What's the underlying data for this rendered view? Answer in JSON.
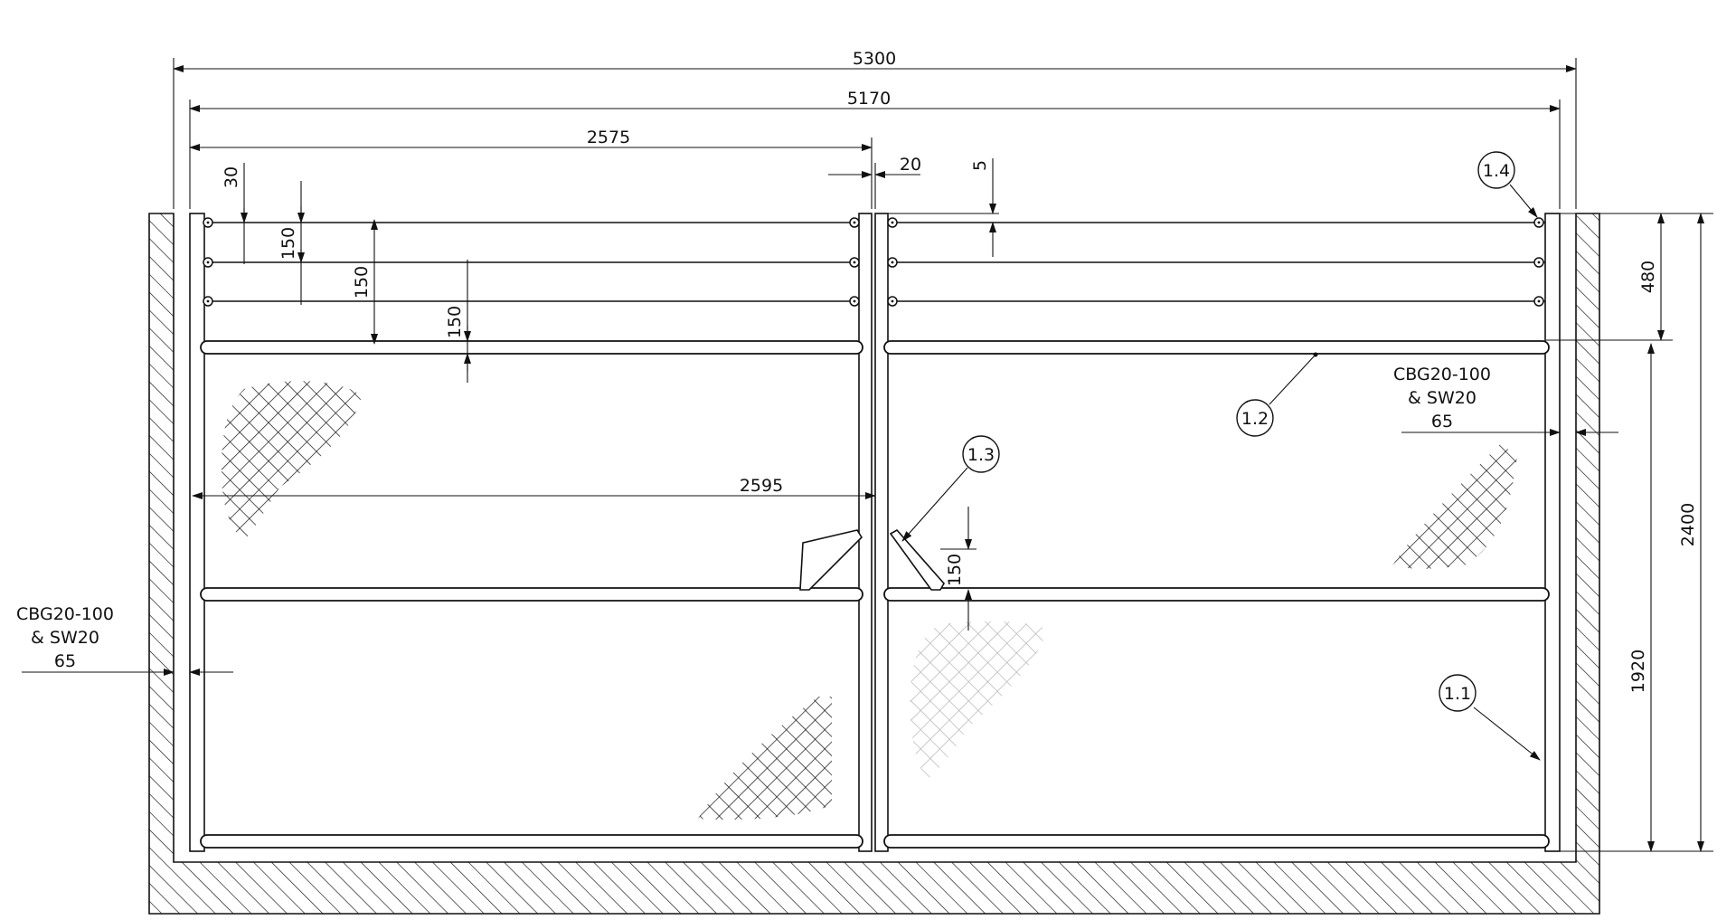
{
  "dimensions": {
    "overall_width": "5300",
    "inner_width": "5170",
    "left_panel_width": "2575",
    "gap": "20",
    "top_offset": "5",
    "top_clearance": "30",
    "rail_spacing_1": "150",
    "rail_spacing_2": "150",
    "rail_spacing_3": "150",
    "panel_span": "2595",
    "top_zone_height": "480",
    "total_height": "2400",
    "lower_height": "1920",
    "brace_height": "150"
  },
  "notes": {
    "left": {
      "line1": "CBG20-100",
      "line2": "& SW20",
      "line3": "65"
    },
    "right": {
      "line1": "CBG20-100",
      "line2": "& SW20",
      "line3": "65"
    }
  },
  "callouts": {
    "c11": "1.1",
    "c12": "1.2",
    "c13": "1.3",
    "c14": "1.4"
  }
}
